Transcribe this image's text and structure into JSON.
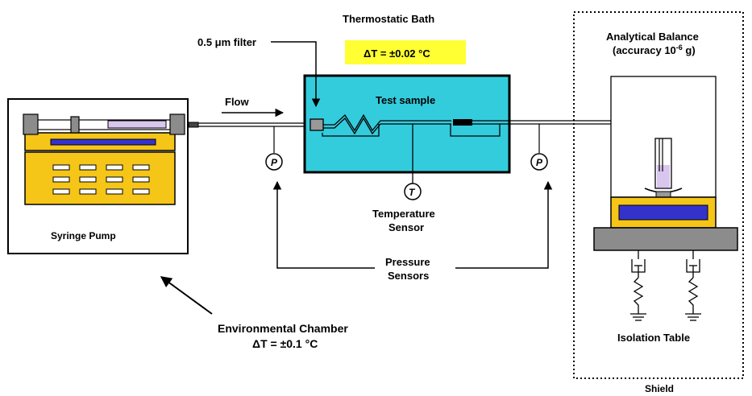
{
  "labels": {
    "thermostatic_bath": "Thermostatic Bath",
    "bath_delta": "ΔT = ±0.02 °C",
    "filter": "0.5 μm filter",
    "flow": "Flow",
    "test_sample": "Test sample",
    "syringe_pump": "Syringe Pump",
    "temp_sensor_line1": "Temperature",
    "temp_sensor_line2": "Sensor",
    "pressure_sensors_line1": "Pressure",
    "pressure_sensors_line2": "Sensors",
    "env_chamber": "Environmental Chamber",
    "env_delta": "ΔT = ±0.1 °C",
    "balance_line1": "Analytical Balance",
    "balance_line2_pre": "(accuracy 10",
    "balance_line2_exp": "-6",
    "balance_line2_post": " g)",
    "isolation_table": "Isolation Table",
    "shield": "Shield",
    "pressure_symbol": "P",
    "temp_symbol": "T"
  },
  "colors": {
    "bath_fill": "#33ccdd",
    "highlight_fill": "#ffff33",
    "highlight_text": "#ff0000",
    "pump_yellow": "#f5c518",
    "pump_blue": "#3333cc",
    "syringe_lavender": "#d9c6ee",
    "metal_gray": "#8c8c8c",
    "sensor_p": "#ff0000",
    "sensor_t": "#009933"
  }
}
